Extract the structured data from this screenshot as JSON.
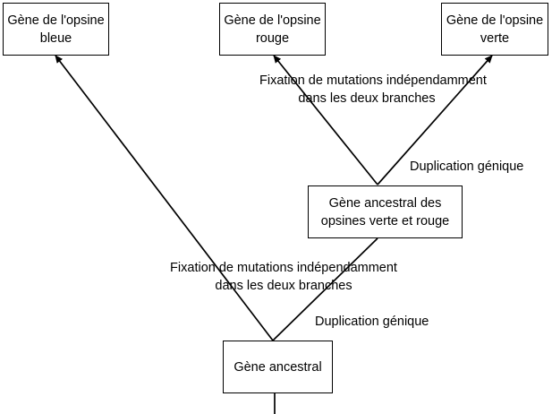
{
  "diagram": {
    "title": "Évolution des gènes des opsines",
    "nodes": {
      "bleue": {
        "line1": "Gène de l'opsine",
        "line2": "bleue"
      },
      "rouge": {
        "line1": "Gène de l'opsine",
        "line2": "rouge"
      },
      "verte": {
        "line1": "Gène de l'opsine",
        "line2": "verte"
      },
      "ancestral_vr": {
        "line1": "Gène ancestral des",
        "line2": "opsines verte et rouge"
      },
      "ancestral": {
        "line1": "Gène ancestral"
      }
    },
    "annotations": {
      "upper_fixation": {
        "line1": "Fixation de mutations indépendamment",
        "line2": "dans les deux branches"
      },
      "upper_duplication": "Duplication génique",
      "lower_fixation": {
        "line1": "Fixation de mutations indépendamment",
        "line2": "dans les deux branches"
      },
      "lower_duplication": "Duplication génique"
    },
    "edges": [
      {
        "from": "ancestral",
        "to": "bleue"
      },
      {
        "from": "ancestral",
        "to": "ancestral_vr"
      },
      {
        "from": "ancestral_vr",
        "to": "rouge"
      },
      {
        "from": "ancestral_vr",
        "to": "verte"
      }
    ]
  }
}
